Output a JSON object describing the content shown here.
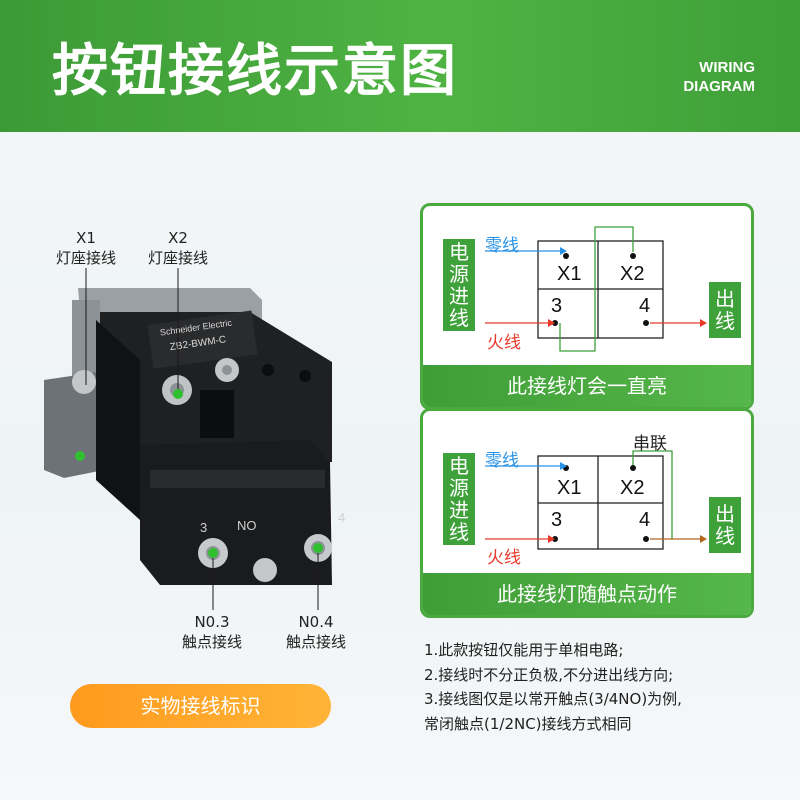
{
  "header": {
    "title": "按钮接线示意图",
    "subtitle_line1": "WIRING",
    "subtitle_line2": "DIAGRAM"
  },
  "product": {
    "x1_code": "X1",
    "x1_desc": "灯座接线",
    "x2_code": "X2",
    "x2_desc": "灯座接线",
    "n03_code": "N0.3",
    "n03_desc": "触点接线",
    "n04_code": "N0.4",
    "n04_desc": "触点接线",
    "brand_text": "Schneider Electric",
    "model_text": "ZB2-BWM-C",
    "block_label_3": "3",
    "block_label_no": "NO",
    "block_label_4": "4",
    "badge": "实物接线标识"
  },
  "diagram1": {
    "source": [
      "电",
      "源",
      "进",
      "线"
    ],
    "output": [
      "出",
      "线"
    ],
    "neutral": "零线",
    "live": "火线",
    "x1": "X1",
    "x2": "X2",
    "t3": "3",
    "t4": "4",
    "caption": "此接线灯会一直亮"
  },
  "diagram2": {
    "source": [
      "电",
      "源",
      "进",
      "线"
    ],
    "output": [
      "出",
      "线"
    ],
    "neutral": "零线",
    "live": "火线",
    "series": "串联",
    "x1": "X1",
    "x2": "X2",
    "t3": "3",
    "t4": "4",
    "caption": "此接线灯随触点动作"
  },
  "notes": [
    "1.此款按钮仅能用于单相电路;",
    "2.接线时不分正负极,不分进出线方向;",
    "3.接线图仅是以常开触点(3/4NO)为例,",
    "常闭触点(1/2NC)接线方式相同"
  ],
  "colors": {
    "green": "#4aa93f",
    "neutral_blue": "#2a93e6",
    "live_red": "#e83a2b",
    "badge_orange": "#ff9f22"
  }
}
